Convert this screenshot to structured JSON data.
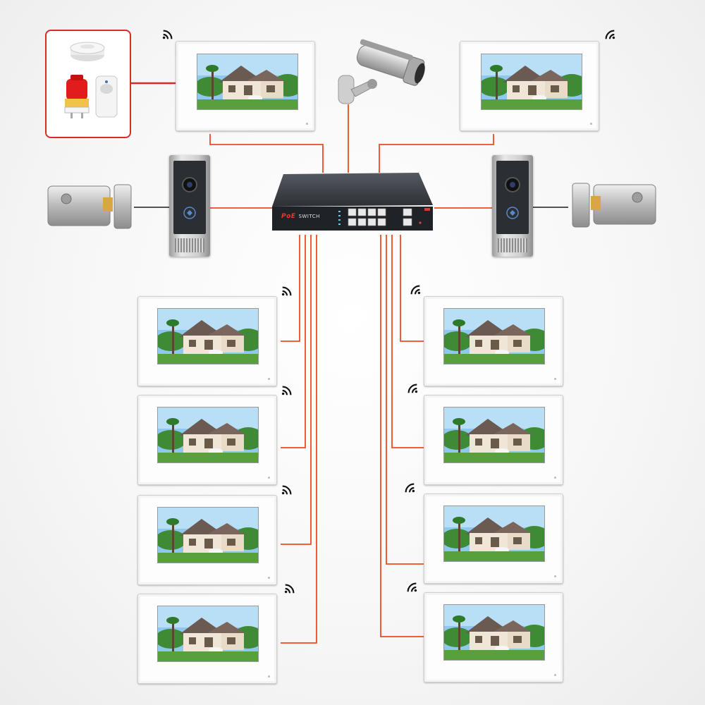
{
  "switch": {
    "brand": "PoE",
    "model": "SWITCH"
  },
  "colors": {
    "wire": "#ee4a1e",
    "alarm_border": "#d92a2a",
    "switch_body": "#2c2f34"
  },
  "icons": [
    "wifi-icon",
    "smoke-detector-icon",
    "alarm-beacon-icon",
    "motion-sensor-icon",
    "cctv-camera-icon",
    "electric-lock-icon",
    "door-station-icon",
    "poe-switch-icon",
    "indoor-monitor-icon"
  ],
  "devices": {
    "monitors": 10,
    "door_stations": 2,
    "electric_locks": 2,
    "cctv_cameras": 1,
    "alarm_sensors": 3
  }
}
